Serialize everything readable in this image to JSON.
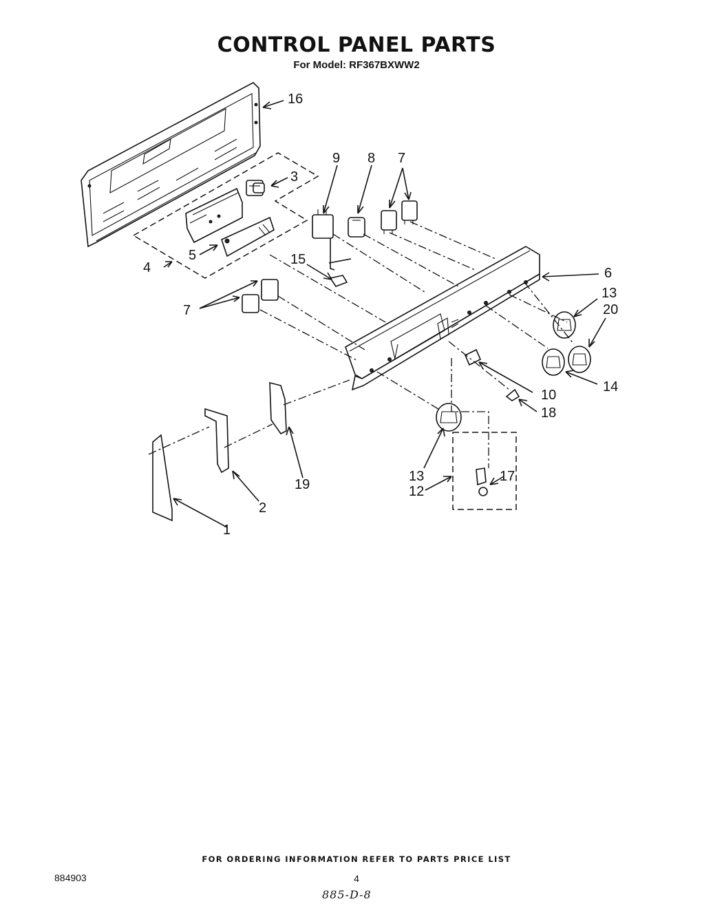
{
  "header": {
    "title": "CONTROL PANEL PARTS",
    "model_line": "For Model: RF367BXWW2"
  },
  "callouts": {
    "c16": "16",
    "c3": "3",
    "c9": "9",
    "c8": "8",
    "c7_top": "7",
    "c4": "4",
    "c5": "5",
    "c15": "15",
    "c6": "6",
    "c13_right": "13",
    "c20": "20",
    "c7_left": "7",
    "c14": "14",
    "c10": "10",
    "c18": "18",
    "c19": "19",
    "c2": "2",
    "c1": "1",
    "c13_bottom": "13",
    "c12": "12",
    "c17": "17"
  },
  "footer": {
    "ordering_note": "FOR ORDERING INFORMATION REFER TO PARTS PRICE LIST",
    "doc_number": "884903",
    "page_number": "4",
    "handwritten_code": "885-D-8"
  }
}
